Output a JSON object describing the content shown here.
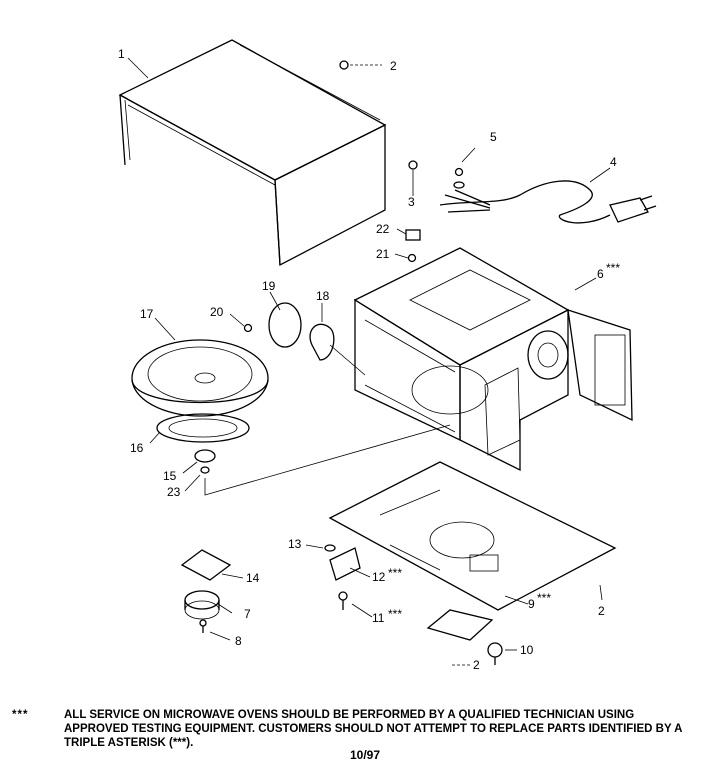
{
  "labels": {
    "l1": "1",
    "l2a": "2",
    "l3": "3",
    "l4": "4",
    "l5": "5",
    "l6": "6",
    "l7": "7",
    "l8": "8",
    "l9": "9",
    "l10": "10",
    "l11": "11",
    "l12": "12",
    "l13": "13",
    "l14": "14",
    "l15": "15",
    "l16": "16",
    "l17": "17",
    "l18": "18",
    "l19": "19",
    "l20": "20",
    "l21": "21",
    "l22": "22",
    "l23": "23",
    "l2b": "2",
    "l2c": "2",
    "star6": "***",
    "star9": "***",
    "star11": "***",
    "star12": "***"
  },
  "footnote": {
    "asterisks": "***",
    "text": "ALL SERVICE ON MICROWAVE OVENS SHOULD BE PERFORMED BY A  QUALIFIED TECHNICIAN USING APPROVED TESTING EQUIPMENT.  CUSTOMERS SHOULD NOT ATTEMPT TO REPLACE PARTS IDENTIFIED BY A TRIPLE ASTERISK (***)."
  },
  "page_code": "10/97"
}
